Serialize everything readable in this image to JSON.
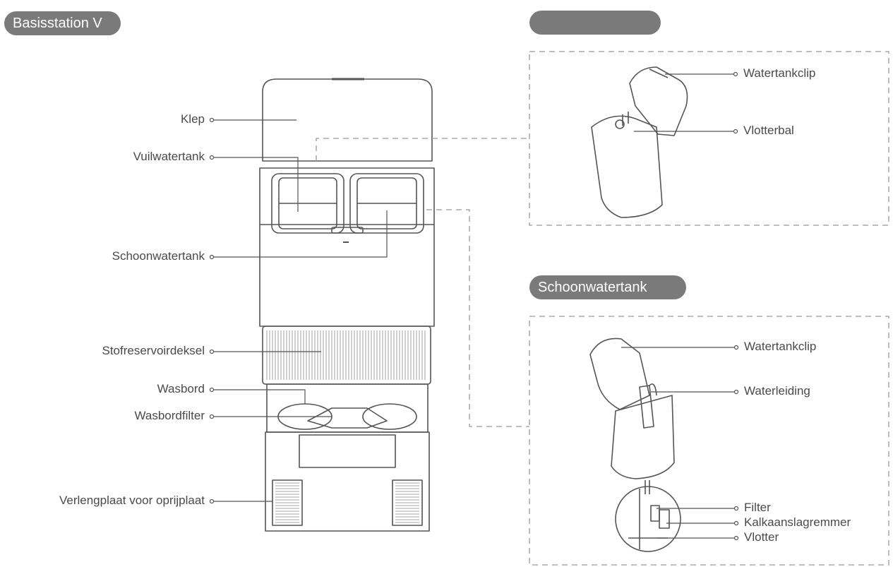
{
  "headings": {
    "base_station": "Basisstation V",
    "dirty_tank": "",
    "clean_tank": "Schoonwatertank"
  },
  "base_labels": {
    "lid": "Klep",
    "dirty_water_tank": "Vuilwatertank",
    "clean_water_tank": "Schoonwatertank",
    "dust_cover": "Stofreservoirdeksel",
    "washboard": "Wasbord",
    "washboard_filter": "Wasbordfilter",
    "ramp_extension": "Verlengplaat voor oprijplaat"
  },
  "dirty_tank_labels": {
    "clip": "Watertankclip",
    "float_ball": "Vlotterbal"
  },
  "clean_tank_labels": {
    "clip": "Watertankclip",
    "water_pipe": "Waterleiding",
    "filter": "Filter",
    "descaler": "Kalkaanslagremmer",
    "float": "Vlotter"
  },
  "colors": {
    "pill": "#7a7a7a",
    "line": "#555555",
    "dash": "#999999"
  }
}
